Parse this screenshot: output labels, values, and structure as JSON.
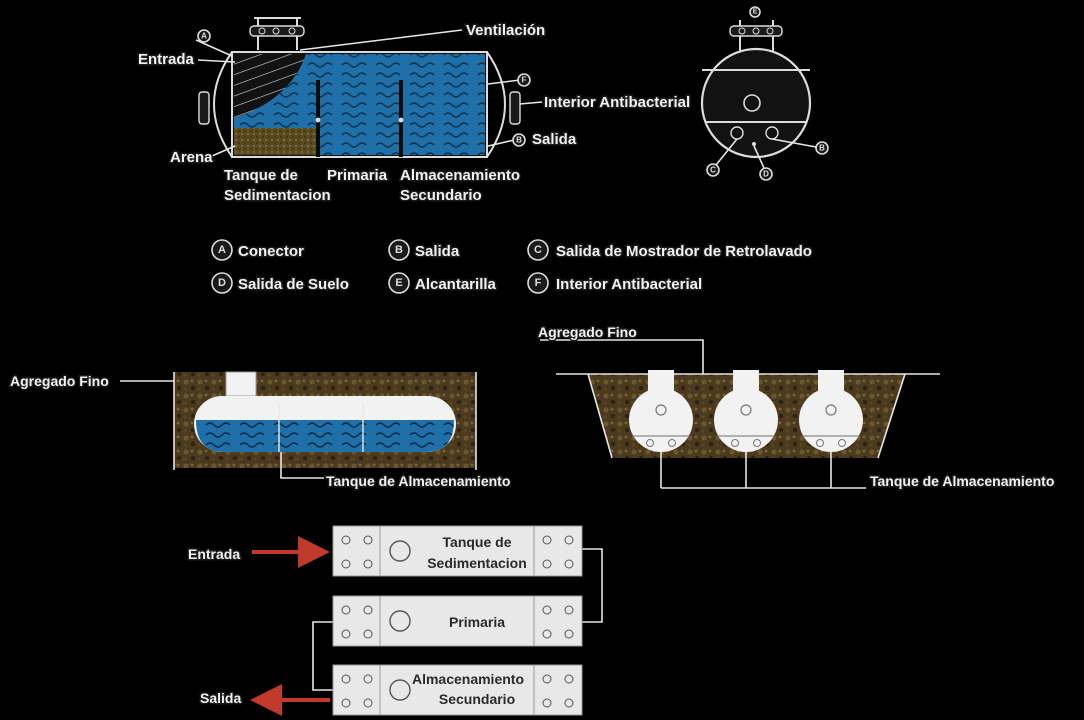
{
  "top_diagram": {
    "labels": {
      "ventilation": "Ventilación",
      "inlet": "Entrada",
      "sand": "Arena",
      "antibacterial": "Interior Antibacterial",
      "outlet": "Salida",
      "settling_1": "Tanque de",
      "settling_2": "Sedimentacion",
      "primary": "Primaria",
      "storage_1": "Almacenamiento",
      "storage_2": "Secundario"
    },
    "markers": {
      "a": "A",
      "b": "B",
      "f": "F"
    }
  },
  "cross_section": {
    "markers": {
      "c": "C",
      "d": "D",
      "e": "E",
      "b": "B"
    }
  },
  "legend": [
    {
      "letter": "A",
      "text": "Conector"
    },
    {
      "letter": "B",
      "text": "Salida"
    },
    {
      "letter": "C",
      "text": "Salida de Mostrador de Retrolavado"
    },
    {
      "letter": "D",
      "text": "Salida de Suelo"
    },
    {
      "letter": "E",
      "text": "Alcantarilla"
    },
    {
      "letter": "F",
      "text": "Interior Antibacterial"
    }
  ],
  "burial_single": {
    "aggregate": "Agregado Fino",
    "tank": "Tanque de Almacenamiento"
  },
  "burial_multi": {
    "aggregate": "Agregado Fino",
    "tank": "Tanque de Almacenamiento"
  },
  "flow": {
    "inlet": "Entrada",
    "outlet": "Salida",
    "stages": [
      {
        "line1": "Tanque de",
        "line2": "Sedimentacion"
      },
      {
        "line1": "Primaria",
        "line2": ""
      },
      {
        "line1": "Almacenamiento",
        "line2": "Secundario"
      }
    ],
    "arrow_color": "#c0392b"
  },
  "colors": {
    "water": "#1f6fa8",
    "water_dark": "#16507d",
    "soil": "#4a3a1e",
    "panel": "#e8e8e8"
  }
}
